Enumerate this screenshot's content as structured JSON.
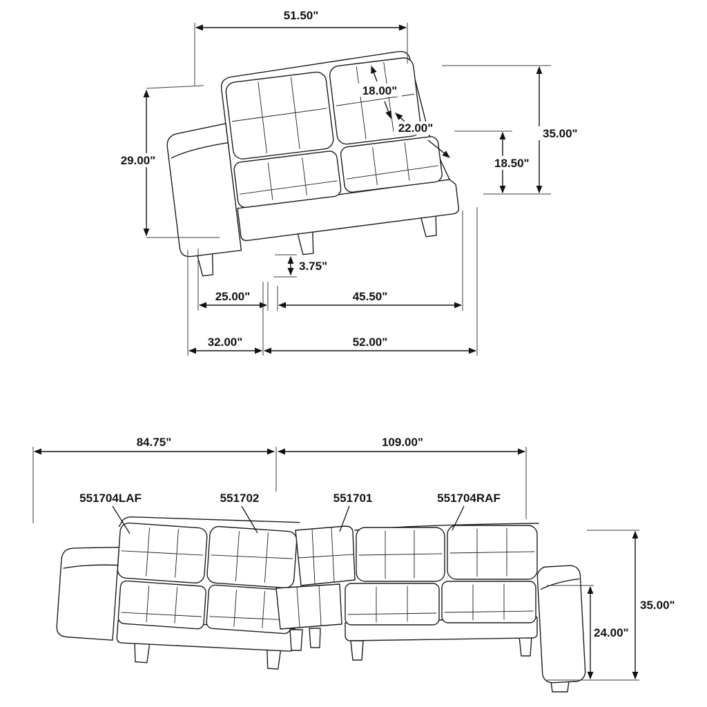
{
  "page": {
    "title": "Sofa dimension diagram"
  },
  "loveseat": {
    "dims": {
      "back_width": "51.50\"",
      "back_cushion_height": "18.00\"",
      "seat_depth": "22.00\"",
      "overall_height": "35.00\"",
      "floor_to_seat_back": "18.50\"",
      "arm_height": "29.00\"",
      "leg_height": "3.75\"",
      "arm_depth": "25.00\"",
      "seat_width": "45.50\"",
      "overall_depth": "32.00\"",
      "overall_width": "52.00\""
    }
  },
  "sectional": {
    "dims": {
      "left_width": "84.75\"",
      "right_width": "109.00\"",
      "overall_height": "35.00\"",
      "back_height": "24.00\""
    },
    "parts": [
      {
        "sku": "551704LAF"
      },
      {
        "sku": "551702"
      },
      {
        "sku": "551701"
      },
      {
        "sku": "551704RAF"
      }
    ]
  }
}
